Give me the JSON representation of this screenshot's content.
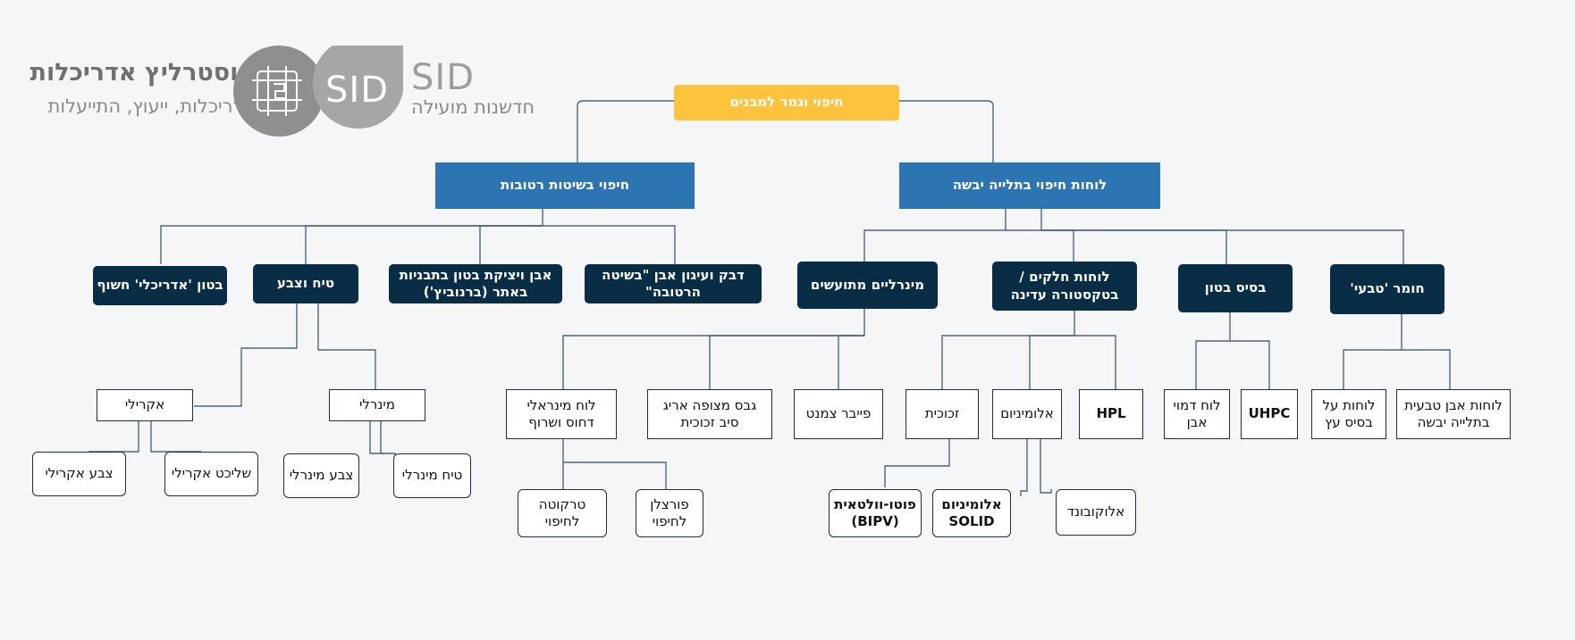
{
  "logo": {
    "company": "אוסטרליץ אדריכלות",
    "tagline": "אדריכלות, ייעוץ, התייעלות",
    "mark": "SID",
    "sid_word": "SID",
    "sid_tagline": "חדשנות מועילה"
  },
  "diagram": {
    "root": "חיפוי וגמר למבנים",
    "dry": {
      "label": "לוחות חיפוי בתלייה יבשה",
      "natural": {
        "label": "חומר 'טבעי'",
        "stone_dry": "לוחות אבן טבעית\nבתלייה יבשה",
        "wood_base": "לוחות על\nבסיס עץ"
      },
      "concrete": {
        "label": "בסיס בטון",
        "uhpc": "UHPC",
        "stone_like": "לוח דמוי\nאבן"
      },
      "metal": {
        "label": "לוחות חלקים /\nבטקסטורה עדינה",
        "hpl": "HPL",
        "aluminum": "אלומיניום",
        "glass": "זכוכית",
        "alucobond": "אלוקובונד",
        "aluminum_solid": "אלומיניום\nSOLID",
        "bipv": "פוטו-וולטאית\n(BIPV)"
      },
      "minerals": {
        "label": "מינרליים מתועשים",
        "fiber_cement": "פייבר צמנט",
        "gypsum": "גבס מצופה אריג\nסיב זכוכית",
        "mineral_board": "לוח מינראלי\nדחוס ושרוף",
        "porcelain": "פורצלן\nלחיפוי",
        "terracotta": "טרקוטה\nלחיפוי"
      }
    },
    "wet": {
      "label": "חיפוי בשיטות רטובות",
      "glue_stone": "דבק ועיגון אבן \"בשיטה\nהרטובה\"",
      "cast_concrete": "אבן ויציקת בטון בתבניות\nבאתר (ברנוביץ')",
      "plaster": {
        "label": "טיח וצבע",
        "mineral": {
          "label": "מינרלי",
          "plaster": "טיח מינרלי",
          "paint": "צבע מינרלי"
        },
        "acrylic": {
          "label": "אקרילי",
          "coat": "שליכט אקרילי",
          "paint": "צבע אקרילי"
        }
      },
      "exposed_concrete": "בטון 'אדריכלי' חשוף"
    }
  },
  "colors": {
    "root": "#fec23c",
    "level1": "#2d74b3",
    "level2": "#092d45",
    "connector": "#4f6777",
    "background": "#f4f6f8"
  }
}
